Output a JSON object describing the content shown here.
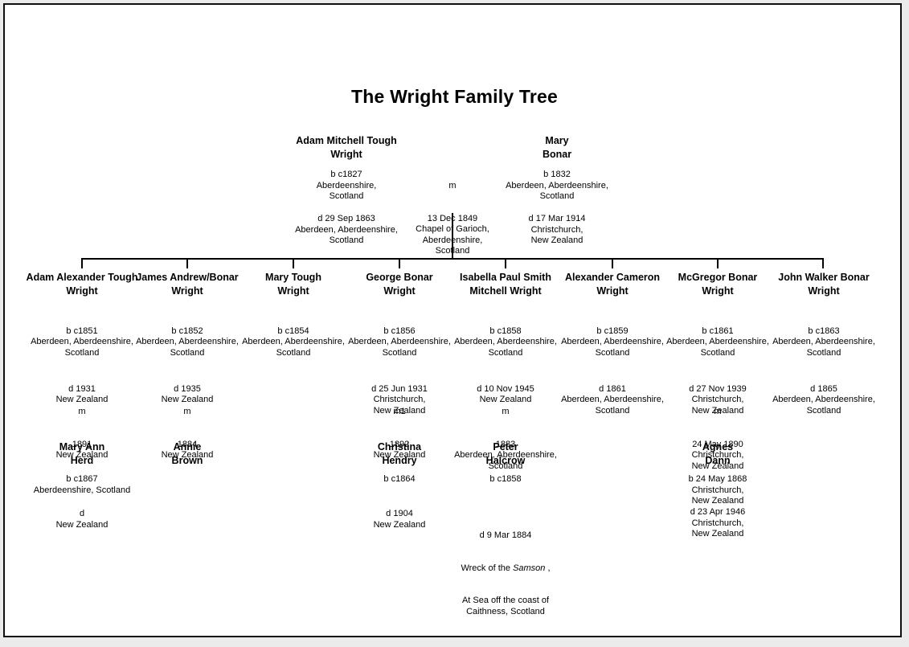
{
  "style": {
    "background": "#ffffff",
    "outer_background": "#ebebeb",
    "text_color": "#000000",
    "line_color": "#000000",
    "border_color": "#101010"
  },
  "title": "The Wright Family Tree",
  "parents": {
    "father": {
      "name": "Adam Mitchell Tough\nWright",
      "birth": "b c1827\nAberdeenshire,\nScotland",
      "death": "d 29 Sep 1863\nAberdeen, Aberdeenshire,\nScotland"
    },
    "marriage": {
      "label": "m",
      "details": "13 Dec 1849\nChapel of Garioch,\nAberdeenshire,\nScotland"
    },
    "mother": {
      "name": "Mary\nBonar",
      "birth": "b 1832\nAberdeen, Aberdeenshire,\nScotland",
      "death": "d 17 Mar 1914\nChristchurch,\nNew Zealand"
    }
  },
  "children": [
    {
      "name": "Adam Alexander Tough\nWright",
      "birth": "b c1851\nAberdeen, Aberdeenshire,\nScotland",
      "death": "d 1931\nNew Zealand",
      "marriage_label": "m",
      "marriage_details": "1891\nNew Zealand",
      "spouse": {
        "name": "Mary Ann\nHerd",
        "birth": "b c1867\nAberdeenshire, Scotland",
        "death": "d\nNew Zealand"
      }
    },
    {
      "name": "James Andrew/Bonar\nWright",
      "birth": "b c1852\nAberdeen, Aberdeenshire,\nScotland",
      "death": "d 1935\nNew Zealand",
      "marriage_label": "m",
      "marriage_details": "1884\nNew Zealand",
      "spouse": {
        "name": "Annie\nBrown"
      }
    },
    {
      "name": "Mary Tough\nWright",
      "birth": "b c1854\nAberdeen, Aberdeenshire,\nScotland"
    },
    {
      "name": "George Bonar\nWright",
      "birth": "b c1856\nAberdeen, Aberdeenshire,\nScotland",
      "death": "d 25 Jun 1931\nChristchurch,\nNew Zealand",
      "marriage_label": "m1",
      "marriage_details": "1892\nNew Zealand",
      "spouse": {
        "name": "Christina\nHendry",
        "birth": "b c1864",
        "death": "d 1904\nNew Zealand"
      }
    },
    {
      "name": "Isabella Paul Smith\nMitchell Wright",
      "birth": "b c1858\nAberdeen, Aberdeenshire,\nScotland",
      "death": "d 10 Nov 1945\nNew Zealand",
      "marriage_label": "m",
      "marriage_details": "1883\nAberdeen, Aberdeenshire,\nScotland",
      "spouse": {
        "name": "Peter\nHalcrow",
        "birth": "b c1858",
        "death_line1": "d 9 Mar 1884",
        "wreck_prefix": "Wreck of the ",
        "wreck_ship": "Samson",
        "wreck_suffix": " ,",
        "death_rest": "At Sea off the coast of\nCaithness, Scotland"
      }
    },
    {
      "name": "Alexander Cameron\nWright",
      "birth": "b c1859\nAberdeen, Aberdeenshire,\nScotland",
      "death": "d 1861\nAberdeen, Aberdeenshire,\nScotland"
    },
    {
      "name": "McGregor Bonar\nWright",
      "birth": "b c1861\nAberdeen, Aberdeenshire,\nScotland",
      "death": "d 27 Nov 1939\nChristchurch,\nNew Zealand",
      "marriage_label": "m",
      "marriage_details": "24 May 1890\nChristchurch,\nNew Zealand",
      "spouse": {
        "name": "Agnes\nDann",
        "birth": "b 24 May 1868\nChristchurch,\nNew Zealand",
        "death": "d 23 Apr 1946\nChristchurch,\nNew Zealand"
      }
    },
    {
      "name": "John Walker Bonar\nWright",
      "birth": "b c1863\nAberdeen, Aberdeenshire,\nScotland",
      "death": "d 1865\nAberdeen, Aberdeenshire,\nScotland"
    }
  ]
}
